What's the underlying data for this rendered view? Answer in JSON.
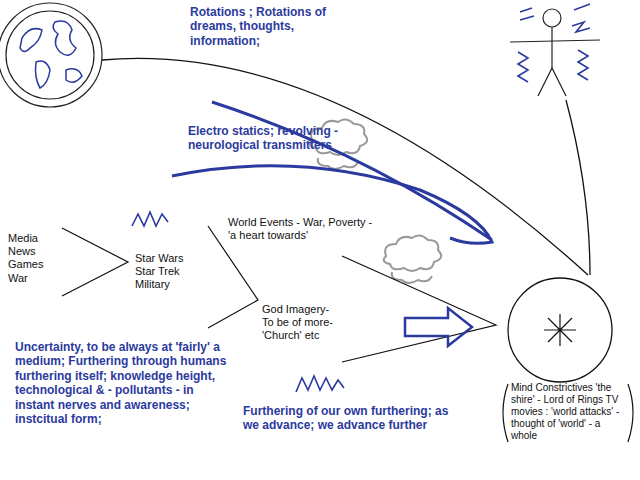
{
  "diagram": {
    "labels": [
      "Rotations ; Rotations of dreams, thoughts, information;",
      "Electro statics; revolving - neurological transmitters",
      "Media News Games War",
      "Star Wars Star Trek Military",
      "World Events - War, Poverty - 'a heart towards'",
      "God Imagery- To be of more- 'Church' etc",
      "Uncertainty, to be always at 'fairly' a medium; Furthering through humans furthering itself; knowledge height, technological & - pollutants - in instant nerves and awareness; instcitual form;",
      "Furthering of our own furthering; as we advance; we advance further",
      "Mind Constrictives 'the shire' - Lord of Rings TV movies : 'world attacks' - thought of 'world' - a whole"
    ]
  }
}
